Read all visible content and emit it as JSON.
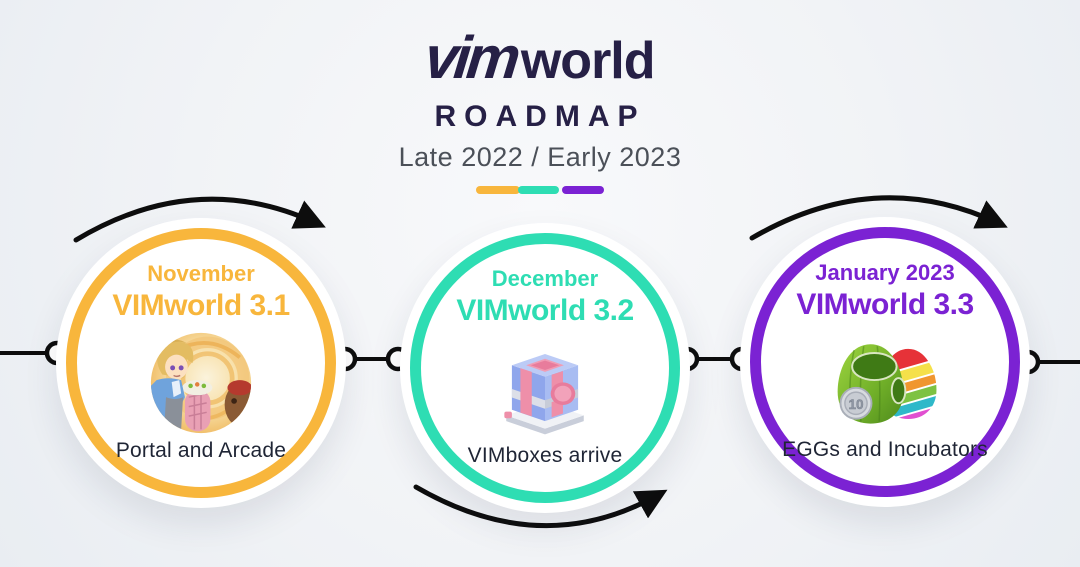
{
  "header": {
    "logo_vim": "vim",
    "logo_world": "world",
    "title": "ROADMAP",
    "subtitle": "Late 2022 / Early 2023"
  },
  "colors": {
    "yellow": "#F8B63C",
    "teal": "#2EDDB3",
    "purple": "#7B22D3",
    "navy": "#262046",
    "line_black": "#0d0d0d",
    "background": "#f1f3f6"
  },
  "milestones": [
    {
      "month": "November",
      "title": "VIMworld 3.1",
      "caption": "Portal and Arcade",
      "color": "#F8B63C",
      "icon": "portal-and-arcade-illustration"
    },
    {
      "month": "December",
      "title": "VIMworld 3.2",
      "caption": "VIMboxes arrive",
      "color": "#2EDDB3",
      "icon": "vimbox-illustration"
    },
    {
      "month": "January 2023",
      "title": "VIMworld 3.3",
      "caption": "EGGs and Incubators",
      "color": "#7B22D3",
      "icon": "eggs-and-incubators-illustration",
      "badge": "10"
    }
  ]
}
